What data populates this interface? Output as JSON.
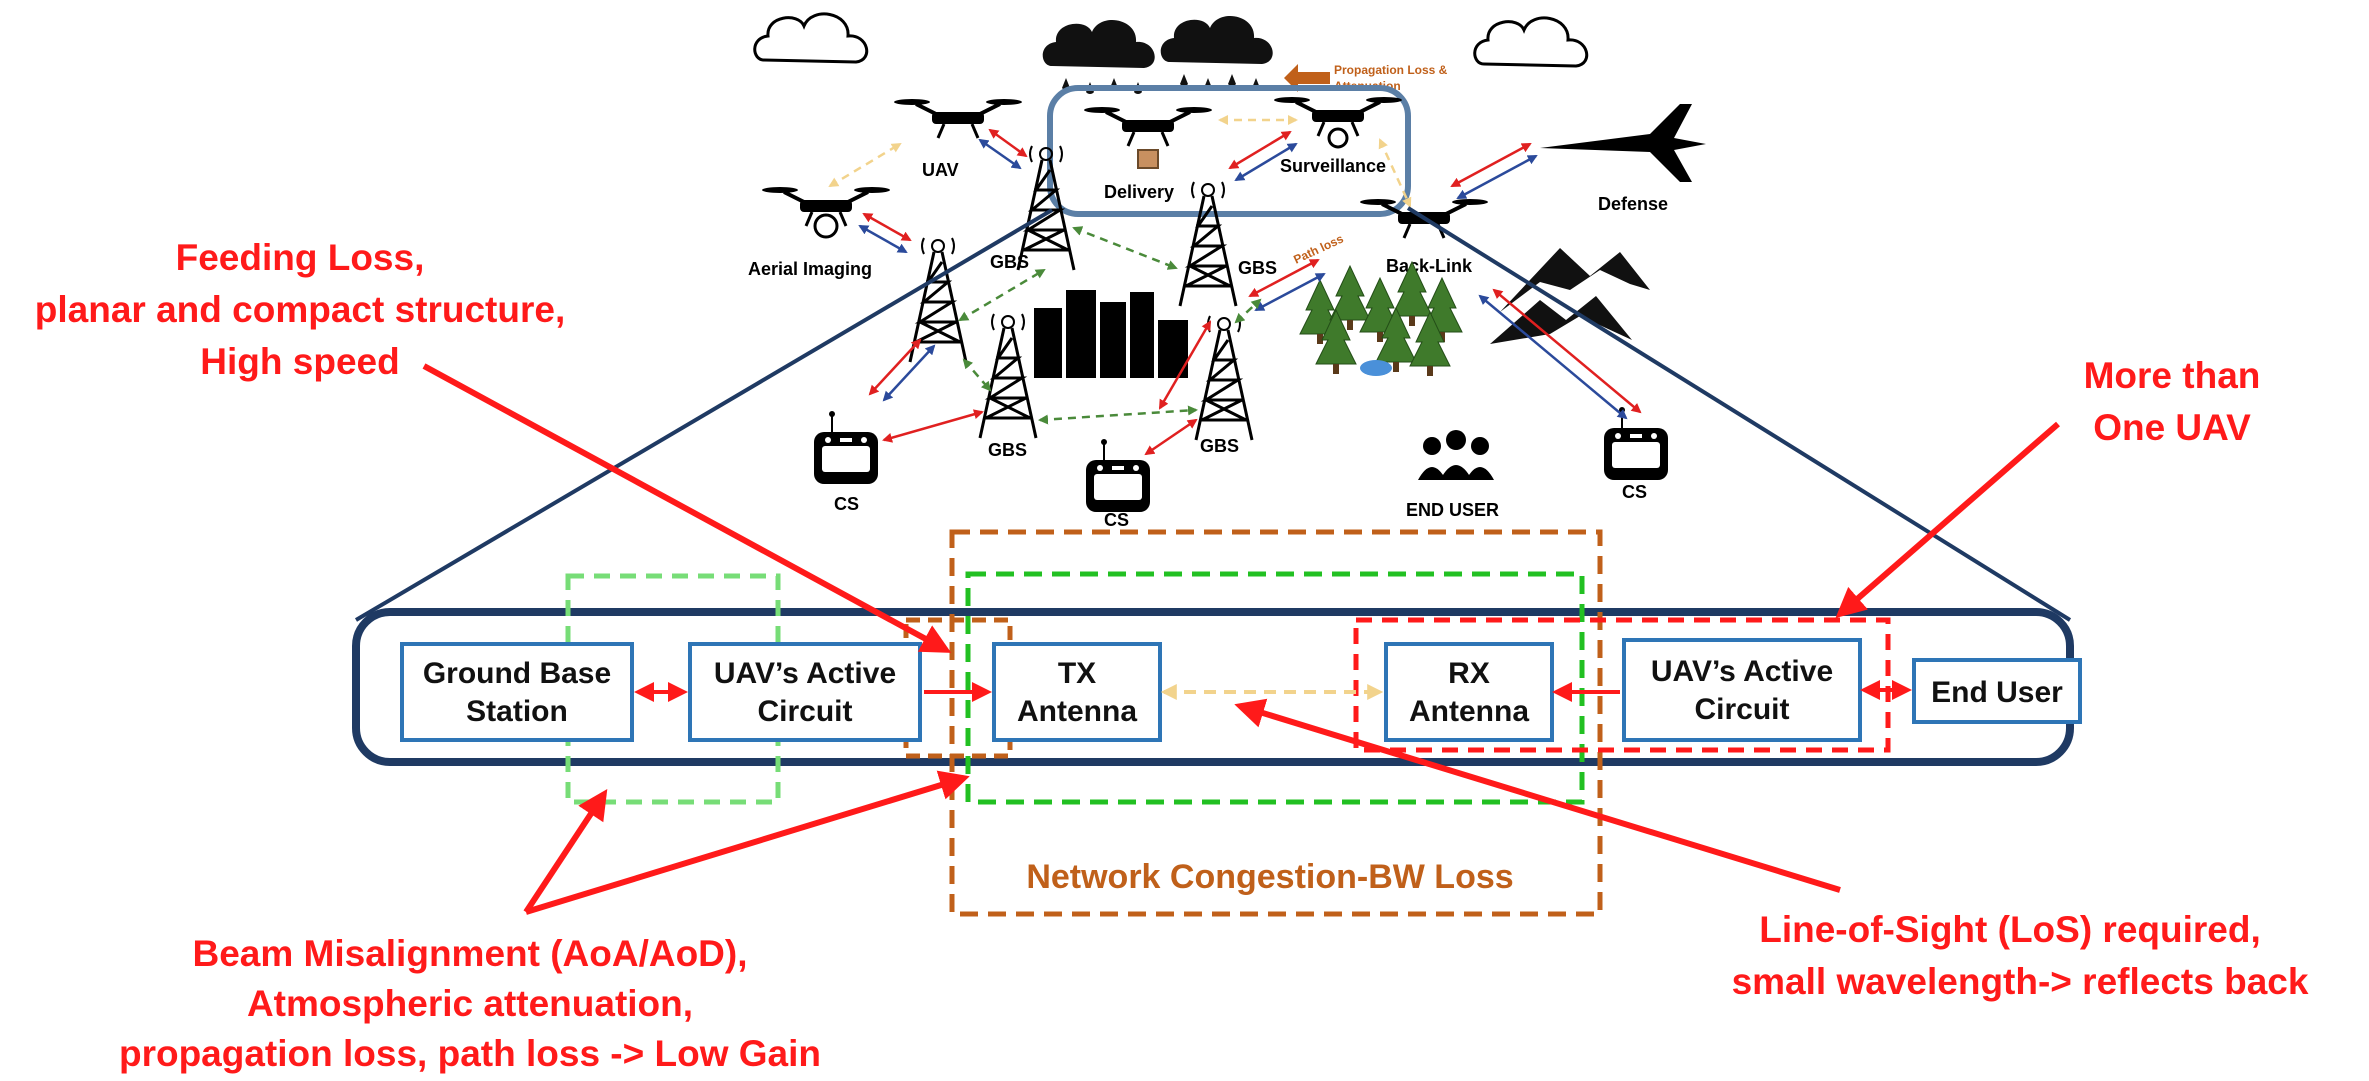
{
  "top_scene": {
    "uav": "UAV",
    "delivery": "Delivery",
    "surveillance": "Surveillance",
    "defense": "Defense",
    "aerial_imaging": "Aerial Imaging",
    "gbs": "GBS",
    "back_link": "Back-Link",
    "cs": "CS",
    "end_user": "END USER",
    "propagation_note_1": "Propagation Loss &",
    "propagation_note_2": "Attenuation",
    "path_loss_note": "Path loss"
  },
  "chain": {
    "gbs_line1": "Ground Base",
    "gbs_line2": "Station",
    "uav_active_1_line1": "UAV’s Active",
    "uav_active_1_line2": "Circuit",
    "tx_line1": "TX",
    "tx_line2": "Antenna",
    "rx_line1": "RX",
    "rx_line2": "Antenna",
    "uav_active_2_line1": "UAV’s Active",
    "uav_active_2_line2": "Circuit",
    "end_user": "End User"
  },
  "annotations": {
    "feeding_1": "Feeding Loss,",
    "feeding_2": "planar and compact structure,",
    "feeding_3": "High speed",
    "more_1": "More than",
    "more_2": "One UAV",
    "beam_1": "Beam Misalignment (AoA/AoD),",
    "beam_2": "Atmospheric attenuation,",
    "beam_3": "propagation loss, path loss -> Low Gain",
    "los_1": "Line-of-Sight (LoS) required,",
    "los_2": "small wavelength-> reflects back",
    "congestion": "Network Congestion-BW Loss"
  },
  "colors": {
    "red": "#ff1a1a",
    "orange": "#c0601a",
    "navy": "#1f3a63",
    "blue": "#2e75b6",
    "green": "#22c022",
    "light_green": "#77dd77"
  }
}
